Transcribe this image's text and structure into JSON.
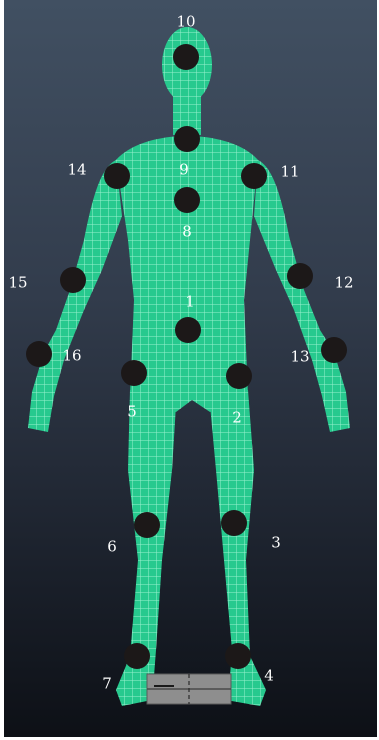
{
  "scene": {
    "mesh_color": "#27c98e",
    "mesh_line_color": "#bfffe4",
    "marker_color": "#1c1818"
  },
  "joints": [
    {
      "id": "1",
      "label": "1"
    },
    {
      "id": "2",
      "label": "2"
    },
    {
      "id": "3",
      "label": "3"
    },
    {
      "id": "4",
      "label": "4"
    },
    {
      "id": "5",
      "label": "5"
    },
    {
      "id": "6",
      "label": "6"
    },
    {
      "id": "7",
      "label": "7"
    },
    {
      "id": "8",
      "label": "8"
    },
    {
      "id": "9",
      "label": "9"
    },
    {
      "id": "10",
      "label": "10"
    },
    {
      "id": "11",
      "label": "11"
    },
    {
      "id": "12",
      "label": "12"
    },
    {
      "id": "13",
      "label": "13"
    },
    {
      "id": "14",
      "label": "14"
    },
    {
      "id": "15",
      "label": "15"
    },
    {
      "id": "16",
      "label": "16"
    }
  ]
}
